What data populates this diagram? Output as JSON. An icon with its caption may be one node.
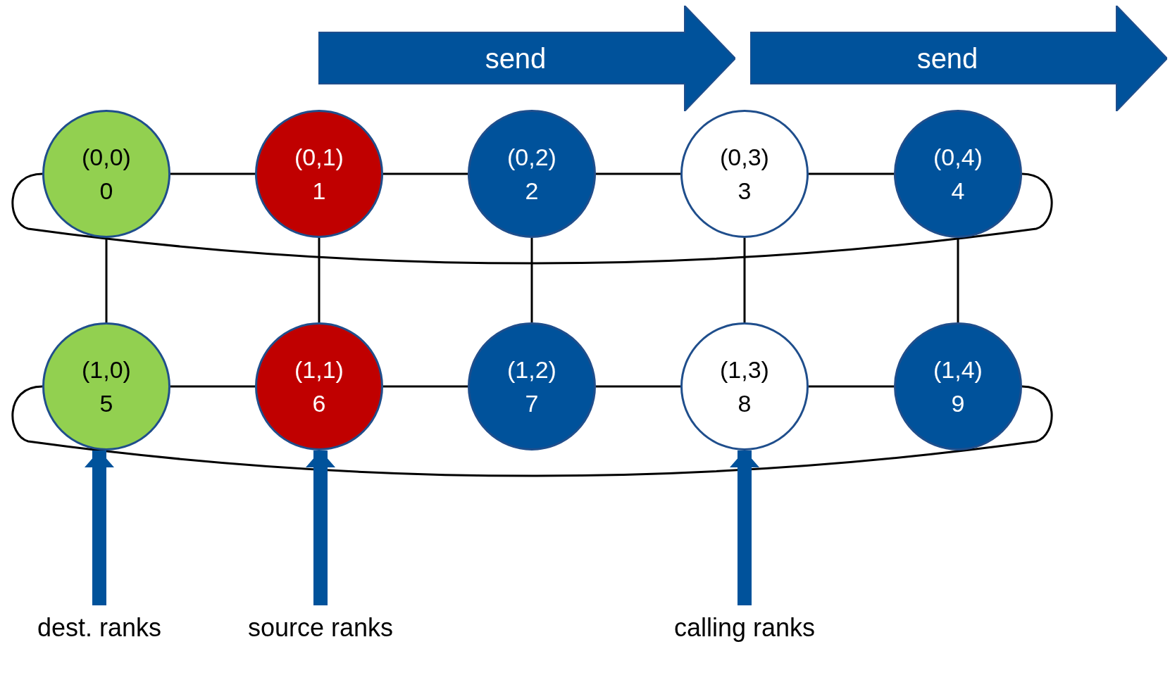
{
  "diagram": {
    "nodes": [
      {
        "text": [
          "(0,0)",
          "0"
        ]
      },
      {
        "text": [
          "(0,1)",
          "1"
        ]
      },
      {
        "text": [
          "(0,2)",
          "2"
        ]
      },
      {
        "text": [
          "(0,3)",
          "3"
        ]
      },
      {
        "text": [
          "(0,4)",
          "4"
        ]
      },
      {
        "text": [
          "(1,0)",
          "5"
        ]
      },
      {
        "text": [
          "(1,1)",
          "6"
        ]
      },
      {
        "text": [
          "(1,2)",
          "7"
        ]
      },
      {
        "text": [
          "(1,3)",
          "8"
        ]
      },
      {
        "text": [
          "(1,4)",
          "9"
        ]
      },
      {
        "text": [
          "send"
        ]
      },
      {
        "text": [
          "send"
        ]
      },
      {
        "text": [
          "dest. ranks"
        ]
      },
      {
        "text": [
          "source ranks"
        ]
      },
      {
        "text": [
          "calling ranks"
        ]
      }
    ],
    "edges": [
      {
        "from": 0,
        "to": 1,
        "arrow": "none"
      },
      {
        "from": 1,
        "to": 2,
        "arrow": "none"
      },
      {
        "from": 2,
        "to": 3,
        "arrow": "none"
      },
      {
        "from": 3,
        "to": 4,
        "arrow": "none"
      },
      {
        "from": 4,
        "to": 0,
        "arrow": "none"
      },
      {
        "from": 5,
        "to": 6,
        "arrow": "none"
      },
      {
        "from": 6,
        "to": 7,
        "arrow": "none"
      },
      {
        "from": 7,
        "to": 8,
        "arrow": "none"
      },
      {
        "from": 8,
        "to": 9,
        "arrow": "none"
      },
      {
        "from": 9,
        "to": 5,
        "arrow": "none"
      },
      {
        "from": 0,
        "to": 5,
        "arrow": "none"
      },
      {
        "from": 1,
        "to": 6,
        "arrow": "none"
      },
      {
        "from": 2,
        "to": 7,
        "arrow": "none"
      },
      {
        "from": 3,
        "to": 8,
        "arrow": "none"
      },
      {
        "from": 4,
        "to": 9,
        "arrow": "none"
      },
      {
        "from": 12,
        "to": 5,
        "arrow": "to",
        "style": "thick",
        "color": "#00529b"
      },
      {
        "from": 13,
        "to": 6,
        "arrow": "to",
        "style": "thick",
        "color": "#00529b"
      },
      {
        "from": 14,
        "to": 8,
        "arrow": "to",
        "style": "thick",
        "color": "#00529b"
      }
    ]
  }
}
